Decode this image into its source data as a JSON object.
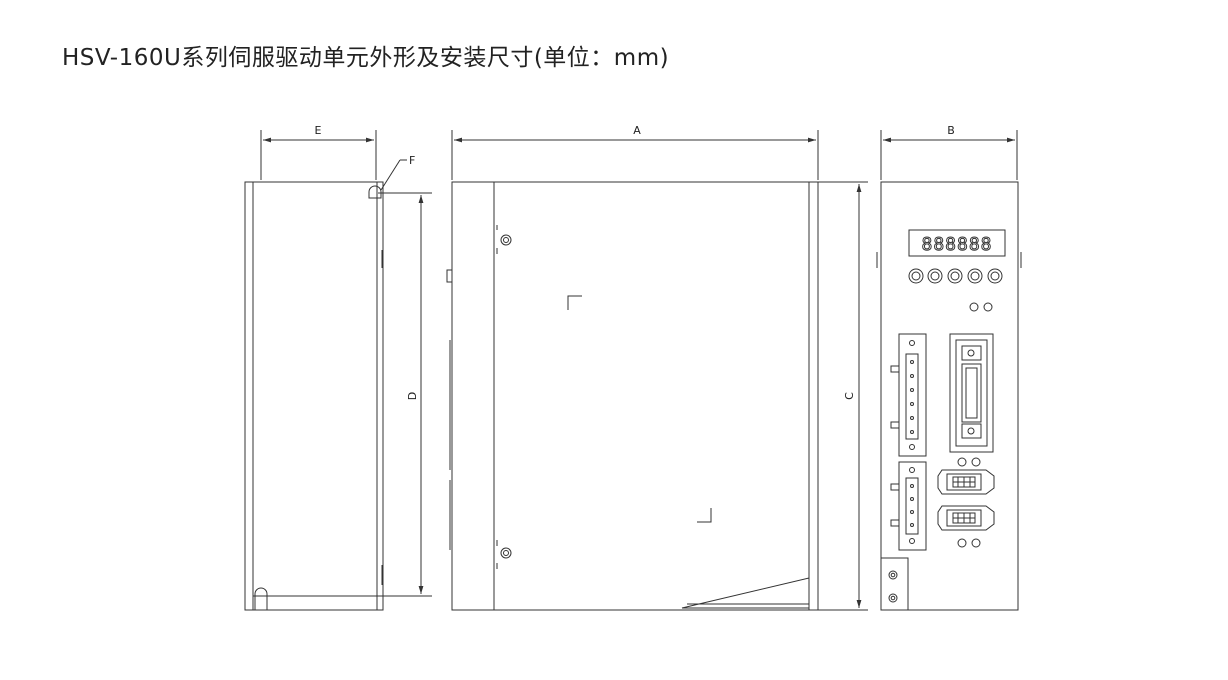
{
  "title": "HSV-160U系列伺服驱动单元外形及安装尺寸(单位：mm)",
  "dimensions": {
    "A": "A",
    "B": "B",
    "C": "C",
    "D": "D",
    "E": "E",
    "F": "F"
  },
  "display": {
    "digits": "888888"
  },
  "colors": {
    "line": "#333333",
    "background": "#ffffff"
  }
}
